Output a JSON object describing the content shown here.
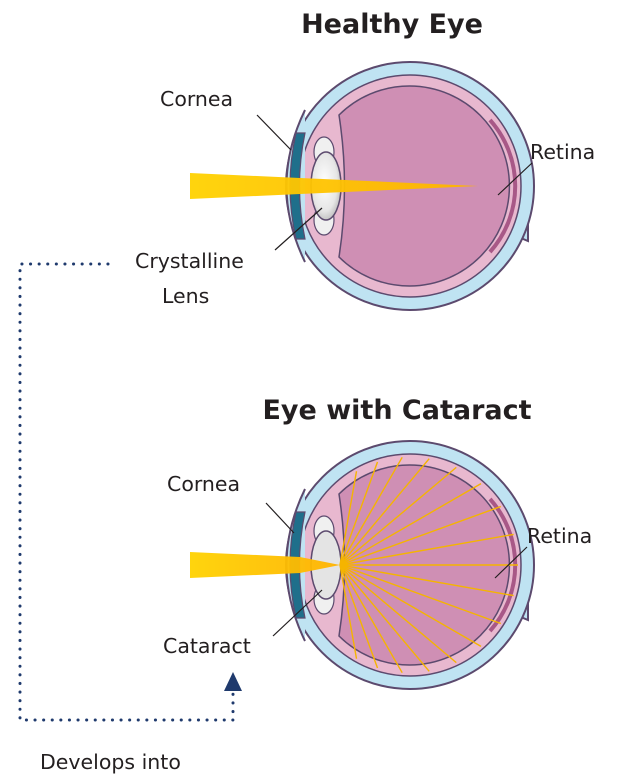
{
  "healthy": {
    "title": "Healthy Eye",
    "cornea_label": "Cornea",
    "retina_label": "Retina",
    "lens_label_line1": "Crystalline",
    "lens_label_line2": "Lens"
  },
  "cataract": {
    "title": "Eye with Cataract",
    "cornea_label": "Cornea",
    "retina_label": "Retina",
    "cataract_label": "Cataract"
  },
  "connector": {
    "label": "Develops into"
  },
  "colors": {
    "sclera_outer": "#bfe3f2",
    "sclera_stroke": "#5c4a6e",
    "choroid": "#e8b8cf",
    "vitreous": "#cf8fb4",
    "optic_nerve": "#a85887",
    "iris": "#1f6f8b",
    "lens": "#f2f2f2",
    "light_beam": "#ffd200",
    "scatter_rays": "#f5b400",
    "connector": "#1f3a6d"
  }
}
